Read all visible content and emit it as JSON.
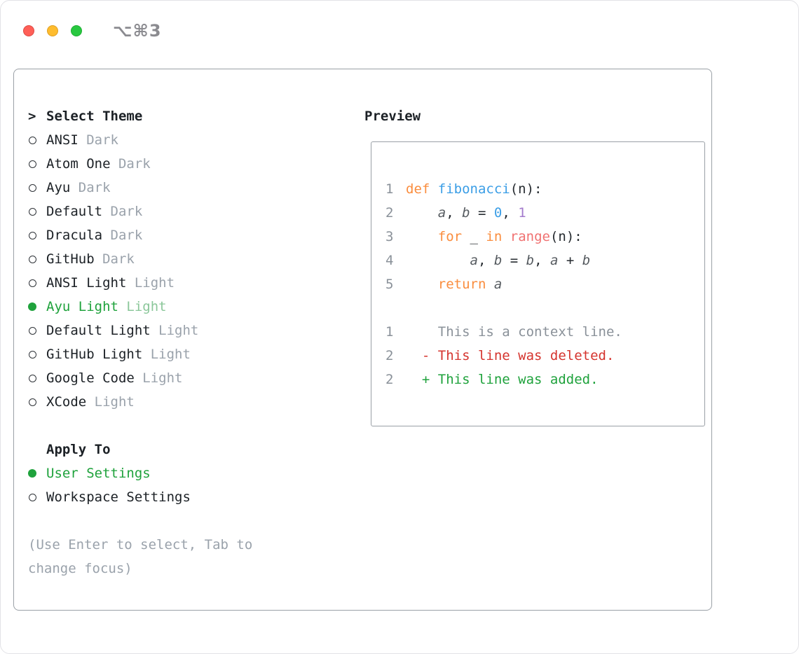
{
  "colors": {
    "text": "#1c2126",
    "selected_green": "#1fa23c",
    "selected_green_muted": "#8bc79a",
    "variant_gray": "#9aa2ab",
    "hint_gray": "#9aa2ab",
    "line_number": "#8a9199",
    "code_text": "#262b30",
    "keyword_orange": "#fa8d3e",
    "function_blue": "#3b9ee6",
    "number_blue": "#3b9ee6",
    "number_purple": "#a37acc",
    "builtin_coral": "#f07171",
    "variable_gray": "#565b60",
    "diff_context": "#8a9199",
    "diff_deleted": "#d5342e",
    "diff_added": "#1fa23c",
    "traffic_red": "#ff5f57",
    "traffic_yellow": "#febc2e",
    "traffic_green": "#28c840"
  },
  "titlebar": {
    "shortcut": "⌥⌘3"
  },
  "theme_list": {
    "prompt": ">",
    "title": "Select Theme",
    "items": [
      {
        "name": "ANSI",
        "variant": "Dark",
        "selected": false
      },
      {
        "name": "Atom One",
        "variant": "Dark",
        "selected": false
      },
      {
        "name": "Ayu",
        "variant": "Dark",
        "selected": false
      },
      {
        "name": "Default",
        "variant": "Dark",
        "selected": false
      },
      {
        "name": "Dracula",
        "variant": "Dark",
        "selected": false
      },
      {
        "name": "GitHub",
        "variant": "Dark",
        "selected": false
      },
      {
        "name": "ANSI Light",
        "variant": "Light",
        "selected": false
      },
      {
        "name": "Ayu Light",
        "variant": "Light",
        "selected": true
      },
      {
        "name": "Default Light",
        "variant": "Light",
        "selected": false
      },
      {
        "name": "GitHub Light",
        "variant": "Light",
        "selected": false
      },
      {
        "name": "Google Code",
        "variant": "Light",
        "selected": false
      },
      {
        "name": "XCode",
        "variant": "Light",
        "selected": false
      }
    ]
  },
  "apply_to": {
    "title": "Apply To",
    "options": [
      {
        "label": "User Settings",
        "selected": true
      },
      {
        "label": "Workspace Settings",
        "selected": false
      }
    ]
  },
  "hint": "(Use Enter to select, Tab to change focus)",
  "preview": {
    "title": "Preview",
    "code_lines": [
      {
        "num": "1",
        "tokens": [
          {
            "text": "def",
            "style": "kw"
          },
          {
            "text": " ",
            "style": "plain"
          },
          {
            "text": "fibonacci",
            "style": "fn"
          },
          {
            "text": "(n):",
            "style": "plain"
          }
        ]
      },
      {
        "num": "2",
        "tokens": [
          {
            "text": "    ",
            "style": "plain"
          },
          {
            "text": "a",
            "style": "var"
          },
          {
            "text": ", ",
            "style": "plain"
          },
          {
            "text": "b",
            "style": "var"
          },
          {
            "text": " = ",
            "style": "plain"
          },
          {
            "text": "0",
            "style": "numb"
          },
          {
            "text": ", ",
            "style": "plain"
          },
          {
            "text": "1",
            "style": "nump"
          }
        ]
      },
      {
        "num": "3",
        "tokens": [
          {
            "text": "    ",
            "style": "plain"
          },
          {
            "text": "for",
            "style": "kw"
          },
          {
            "text": " _ ",
            "style": "plain"
          },
          {
            "text": "in",
            "style": "kw"
          },
          {
            "text": " ",
            "style": "plain"
          },
          {
            "text": "range",
            "style": "builtin"
          },
          {
            "text": "(n):",
            "style": "plain"
          }
        ]
      },
      {
        "num": "4",
        "tokens": [
          {
            "text": "        ",
            "style": "plain"
          },
          {
            "text": "a",
            "style": "var"
          },
          {
            "text": ", ",
            "style": "plain"
          },
          {
            "text": "b",
            "style": "var"
          },
          {
            "text": " = ",
            "style": "plain"
          },
          {
            "text": "b",
            "style": "var"
          },
          {
            "text": ", ",
            "style": "plain"
          },
          {
            "text": "a",
            "style": "var"
          },
          {
            "text": " + ",
            "style": "plain"
          },
          {
            "text": "b",
            "style": "var"
          }
        ]
      },
      {
        "num": "5",
        "tokens": [
          {
            "text": "    ",
            "style": "plain"
          },
          {
            "text": "return",
            "style": "kw"
          },
          {
            "text": " ",
            "style": "plain"
          },
          {
            "text": "a",
            "style": "var"
          }
        ]
      }
    ],
    "diff_lines": [
      {
        "num": "1",
        "text": "    This is a context line.",
        "style": "context"
      },
      {
        "num": "2",
        "text": "  - This line was deleted.",
        "style": "deleted"
      },
      {
        "num": "2",
        "text": "  + This line was added.",
        "style": "added"
      }
    ]
  }
}
